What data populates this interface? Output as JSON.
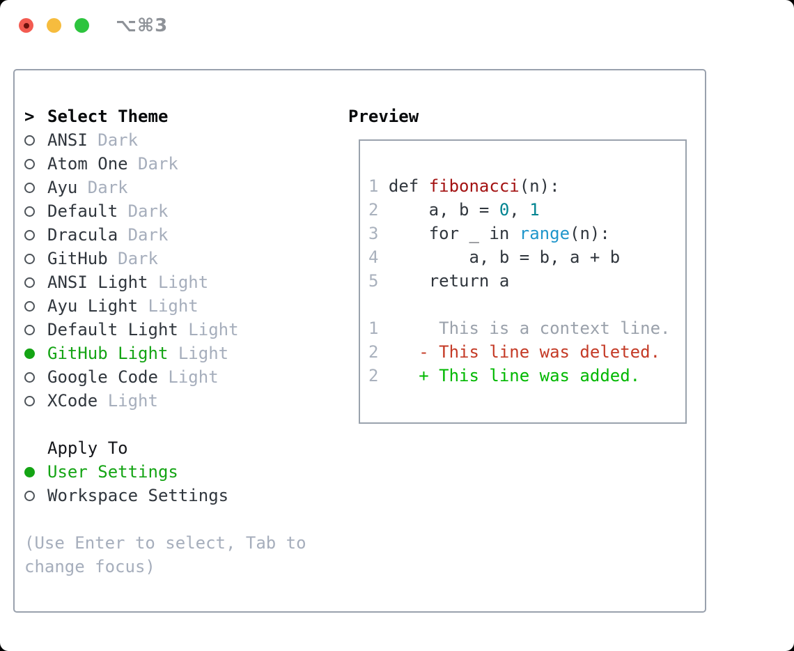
{
  "window": {
    "title": "⌥⌘3",
    "traffic_lights": [
      {
        "name": "close"
      },
      {
        "name": "minimize"
      },
      {
        "name": "zoom"
      }
    ]
  },
  "theme_panel": {
    "header_prompt": ">",
    "header_label": "Select Theme",
    "themes": [
      {
        "name": "ANSI",
        "variant": "Dark",
        "selected": false
      },
      {
        "name": "Atom One",
        "variant": "Dark",
        "selected": false
      },
      {
        "name": "Ayu",
        "variant": "Dark",
        "selected": false
      },
      {
        "name": "Default",
        "variant": "Dark",
        "selected": false
      },
      {
        "name": "Dracula",
        "variant": "Dark",
        "selected": false
      },
      {
        "name": "GitHub",
        "variant": "Dark",
        "selected": false
      },
      {
        "name": "ANSI Light",
        "variant": "Light",
        "selected": false
      },
      {
        "name": "Ayu Light",
        "variant": "Light",
        "selected": false
      },
      {
        "name": "Default Light",
        "variant": "Light",
        "selected": false
      },
      {
        "name": "GitHub Light",
        "variant": "Light",
        "selected": true
      },
      {
        "name": "Google Code",
        "variant": "Light",
        "selected": false
      },
      {
        "name": "XCode",
        "variant": "Light",
        "selected": false
      }
    ],
    "apply_to_label": "Apply To",
    "apply_options": [
      {
        "label": "User Settings",
        "selected": true
      },
      {
        "label": "Workspace Settings",
        "selected": false
      }
    ],
    "hint_lines": [
      "(Use Enter to select, Tab to",
      "change focus)"
    ]
  },
  "preview": {
    "label": "Preview",
    "lines": [
      {
        "num": "1",
        "tokens": [
          {
            "t": " ",
            "s": "plain"
          },
          {
            "t": "def ",
            "s": "kw"
          },
          {
            "t": "fibonacci",
            "s": "fn"
          },
          {
            "t": "(n):",
            "s": "plain"
          }
        ]
      },
      {
        "num": "2",
        "tokens": [
          {
            "t": "     a, b = ",
            "s": "plain"
          },
          {
            "t": "0",
            "s": "num"
          },
          {
            "t": ", ",
            "s": "plain"
          },
          {
            "t": "1",
            "s": "num"
          }
        ]
      },
      {
        "num": "3",
        "tokens": [
          {
            "t": "     ",
            "s": "plain"
          },
          {
            "t": "for",
            "s": "kw"
          },
          {
            "t": " _ ",
            "s": "plain"
          },
          {
            "t": "in",
            "s": "kw"
          },
          {
            "t": " ",
            "s": "plain"
          },
          {
            "t": "range",
            "s": "builtin"
          },
          {
            "t": "(n):",
            "s": "plain"
          }
        ]
      },
      {
        "num": "4",
        "tokens": [
          {
            "t": "         a, b = b, a + b",
            "s": "plain"
          }
        ]
      },
      {
        "num": "5",
        "tokens": [
          {
            "t": "     ",
            "s": "plain"
          },
          {
            "t": "return",
            "s": "kw"
          },
          {
            "t": " a",
            "s": "plain"
          }
        ]
      },
      {
        "num": "",
        "tokens": []
      },
      {
        "num": "1",
        "tokens": [
          {
            "t": "      This is a context line.",
            "s": "ctx"
          }
        ]
      },
      {
        "num": "2",
        "tokens": [
          {
            "t": "    ",
            "s": "plain"
          },
          {
            "t": "- This line was deleted.",
            "s": "del"
          }
        ]
      },
      {
        "num": "2",
        "tokens": [
          {
            "t": "    ",
            "s": "plain"
          },
          {
            "t": "+ This line was added.",
            "s": "add"
          }
        ]
      }
    ]
  },
  "colors": {
    "selection_green": "#14a414",
    "diff_added_green": "#00b800",
    "diff_deleted_red": "#c43a26",
    "function_red": "#a31212",
    "number_teal": "#008491",
    "builtin_blue": "#1f96cb",
    "muted_gray": "#a6aebc",
    "border_gray": "#99a1ad",
    "text_dark": "#30363d",
    "traffic_red": "#f35b51",
    "traffic_yellow": "#f6bc3e",
    "traffic_green": "#2dc43e"
  }
}
